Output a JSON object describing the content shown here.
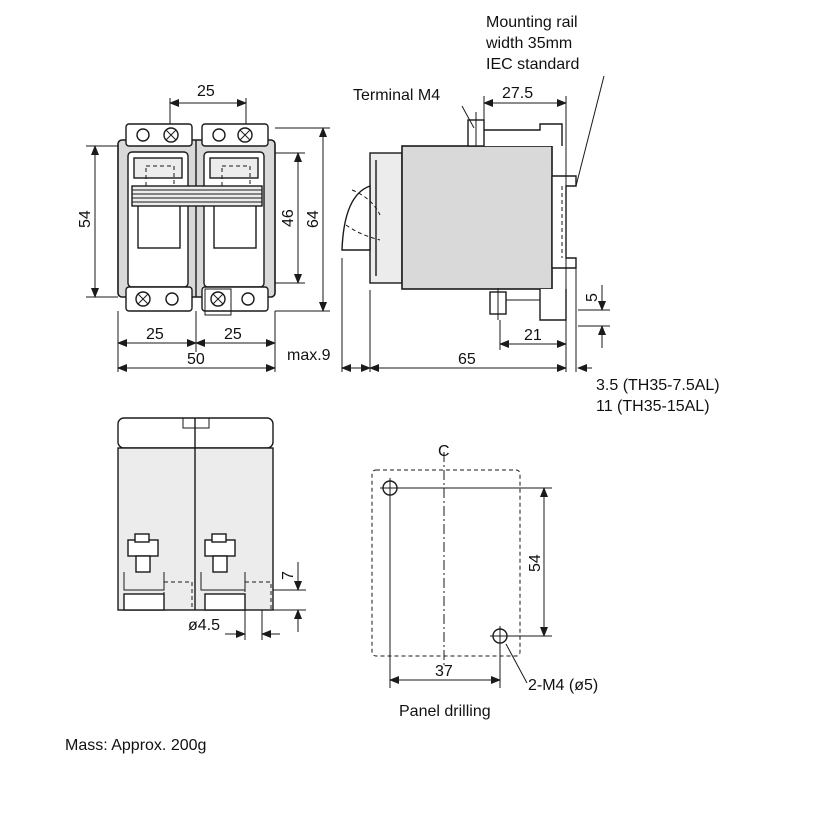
{
  "labels": {
    "rail_line1": "Mounting rail",
    "rail_line2": "width 35mm",
    "rail_line3": "IEC standard",
    "terminal": "Terminal M4",
    "rail_note1": "3.5 (TH35-7.5AL)",
    "rail_note2": "11 (TH35-15AL)",
    "panel_drilling": "Panel drilling",
    "holes": "2-M4 (ø5)",
    "mass": "Mass: Approx. 200g",
    "centerline": "C"
  },
  "dimensions": {
    "front_pitch_top": "25",
    "front_height": "54",
    "front_inner_height": "46",
    "front_overall_height": "64",
    "front_left_width": "25",
    "front_right_width": "25",
    "front_total_width": "50",
    "side_max": "max.9",
    "side_depth": "65",
    "side_rail_offset": "27.5",
    "side_bottom_offset": "21",
    "side_small": "5",
    "bottom_height": "7",
    "bottom_hole": "ø4.5",
    "drill_height": "54",
    "drill_width": "37"
  }
}
